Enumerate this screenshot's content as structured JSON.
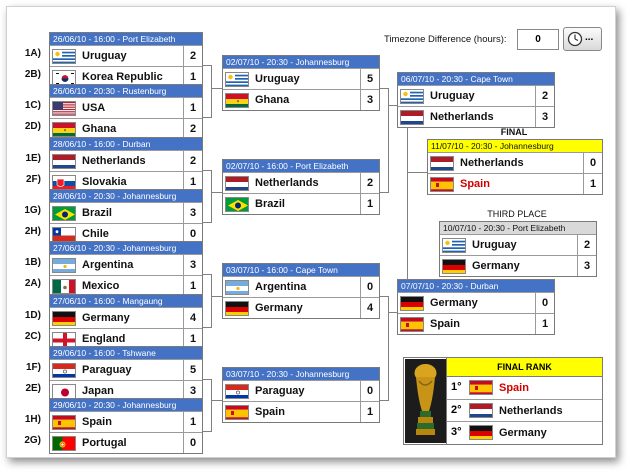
{
  "timezone": {
    "label": "Timezone Difference (hours):",
    "value": "0",
    "button": "..."
  },
  "round_of_16": [
    {
      "header": "26/06/10 - 16:00 - Port Elizabeth",
      "teams": [
        {
          "seed": "1A)",
          "name": "Uruguay",
          "score": "2",
          "flag": "uruguay"
        },
        {
          "seed": "2B)",
          "name": "Korea Republic",
          "score": "1",
          "flag": "korea"
        }
      ]
    },
    {
      "header": "26/06/10 - 20:30 - Rustenburg",
      "teams": [
        {
          "seed": "1C)",
          "name": "USA",
          "score": "1",
          "flag": "usa"
        },
        {
          "seed": "2D)",
          "name": "Ghana",
          "score": "2",
          "flag": "ghana"
        }
      ]
    },
    {
      "header": "28/06/10 - 16:00 - Durban",
      "teams": [
        {
          "seed": "1E)",
          "name": "Netherlands",
          "score": "2",
          "flag": "netherlands"
        },
        {
          "seed": "2F)",
          "name": "Slovakia",
          "score": "1",
          "flag": "slovakia"
        }
      ]
    },
    {
      "header": "28/06/10 - 20:30 - Johannesburg",
      "teams": [
        {
          "seed": "1G)",
          "name": "Brazil",
          "score": "3",
          "flag": "brazil"
        },
        {
          "seed": "2H)",
          "name": "Chile",
          "score": "0",
          "flag": "chile"
        }
      ]
    },
    {
      "header": "27/06/10 - 20:30 - Johannesburg",
      "teams": [
        {
          "seed": "1B)",
          "name": "Argentina",
          "score": "3",
          "flag": "argentina"
        },
        {
          "seed": "2A)",
          "name": "Mexico",
          "score": "1",
          "flag": "mexico"
        }
      ]
    },
    {
      "header": "27/06/10 - 16:00 - Mangaung",
      "teams": [
        {
          "seed": "1D)",
          "name": "Germany",
          "score": "4",
          "flag": "germany"
        },
        {
          "seed": "2C)",
          "name": "England",
          "score": "1",
          "flag": "england"
        }
      ]
    },
    {
      "header": "29/06/10 - 16:00 - Tshwane",
      "teams": [
        {
          "seed": "1F)",
          "name": "Paraguay",
          "score": "5",
          "flag": "paraguay"
        },
        {
          "seed": "2E)",
          "name": "Japan",
          "score": "3",
          "flag": "japan"
        }
      ]
    },
    {
      "header": "29/06/10 - 20:30 - Johannesburg",
      "teams": [
        {
          "seed": "1H)",
          "name": "Spain",
          "score": "1",
          "flag": "spain"
        },
        {
          "seed": "2G)",
          "name": "Portugal",
          "score": "0",
          "flag": "portugal"
        }
      ]
    }
  ],
  "quarter_finals": [
    {
      "header": "02/07/10 - 20:30 - Johannesburg",
      "teams": [
        {
          "name": "Uruguay",
          "score": "5",
          "flag": "uruguay"
        },
        {
          "name": "Ghana",
          "score": "3",
          "flag": "ghana"
        }
      ]
    },
    {
      "header": "02/07/10 - 16:00 - Port Elizabeth",
      "teams": [
        {
          "name": "Netherlands",
          "score": "2",
          "flag": "netherlands"
        },
        {
          "name": "Brazil",
          "score": "1",
          "flag": "brazil"
        }
      ]
    },
    {
      "header": "03/07/10 - 16:00 - Cape Town",
      "teams": [
        {
          "name": "Argentina",
          "score": "0",
          "flag": "argentina"
        },
        {
          "name": "Germany",
          "score": "4",
          "flag": "germany"
        }
      ]
    },
    {
      "header": "03/07/10 - 20:30 - Johannesburg",
      "teams": [
        {
          "name": "Paraguay",
          "score": "0",
          "flag": "paraguay"
        },
        {
          "name": "Spain",
          "score": "1",
          "flag": "spain"
        }
      ]
    }
  ],
  "semi_finals": [
    {
      "header": "06/07/10 - 20:30 - Cape Town",
      "teams": [
        {
          "name": "Uruguay",
          "score": "2",
          "flag": "uruguay"
        },
        {
          "name": "Netherlands",
          "score": "3",
          "flag": "netherlands"
        }
      ]
    },
    {
      "header": "07/07/10 - 20:30 - Durban",
      "teams": [
        {
          "name": "Germany",
          "score": "0",
          "flag": "germany"
        },
        {
          "name": "Spain",
          "score": "1",
          "flag": "spain"
        }
      ]
    }
  ],
  "final": {
    "title": "FINAL",
    "header": "11/07/10 - 20:30 - Johannesburg",
    "teams": [
      {
        "name": "Netherlands",
        "score": "0",
        "flag": "netherlands"
      },
      {
        "name": "Spain",
        "score": "1",
        "flag": "spain",
        "winner": true
      }
    ]
  },
  "third_place": {
    "title": "THIRD PLACE",
    "header": "10/07/10 - 20:30 - Port Elizabeth",
    "teams": [
      {
        "name": "Uruguay",
        "score": "2",
        "flag": "uruguay"
      },
      {
        "name": "Germany",
        "score": "3",
        "flag": "germany"
      }
    ]
  },
  "final_rank": {
    "title": "FINAL RANK",
    "entries": [
      {
        "place": "1°",
        "name": "Spain",
        "flag": "spain",
        "winner": true
      },
      {
        "place": "2°",
        "name": "Netherlands",
        "flag": "netherlands"
      },
      {
        "place": "3°",
        "name": "Germany",
        "flag": "germany"
      }
    ]
  },
  "colors": {
    "match_header": "#4472c4",
    "final_header": "#ffff00",
    "winner_text": "#d00000",
    "third_header": "#d9d9d9"
  }
}
